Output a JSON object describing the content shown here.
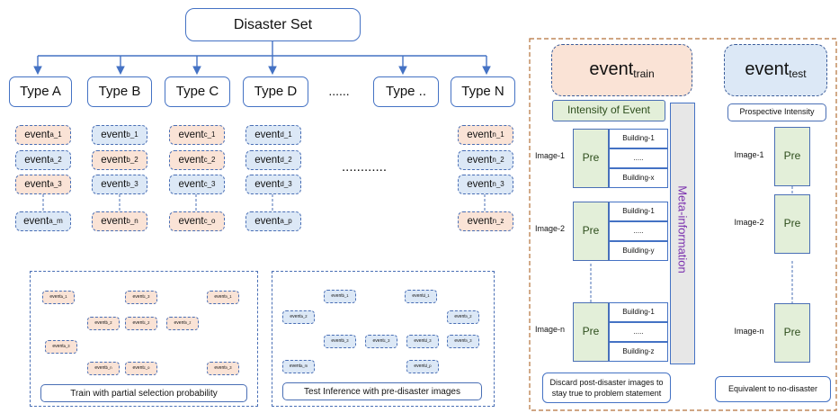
{
  "tree": {
    "root": "Disaster Set",
    "types": [
      "Type A",
      "Type B",
      "Type C",
      "Type D",
      "Type ..",
      "Type N"
    ],
    "ellipsis": "......",
    "dots_between": "............"
  },
  "columns": [
    {
      "prefix": "event",
      "events": [
        {
          "sub": "a_1",
          "color": "orange"
        },
        {
          "sub": "a_2",
          "color": "blue"
        },
        {
          "sub": "a_3",
          "color": "orange"
        },
        {
          "sub": "a_m",
          "color": "blue"
        }
      ]
    },
    {
      "prefix": "event",
      "events": [
        {
          "sub": "b_1",
          "color": "blue"
        },
        {
          "sub": "b_2",
          "color": "orange"
        },
        {
          "sub": "b_3",
          "color": "blue"
        },
        {
          "sub": "b_n",
          "color": "orange"
        }
      ]
    },
    {
      "prefix": "event",
      "events": [
        {
          "sub": "c_1",
          "color": "orange"
        },
        {
          "sub": "c_2",
          "color": "orange"
        },
        {
          "sub": "c_3",
          "color": "blue"
        },
        {
          "sub": "c_o",
          "color": "orange"
        }
      ]
    },
    {
      "prefix": "event",
      "events": [
        {
          "sub": "d_1",
          "color": "blue"
        },
        {
          "sub": "d_2",
          "color": "blue"
        },
        {
          "sub": "d_3",
          "color": "blue"
        },
        {
          "sub": "a_p",
          "color": "blue"
        }
      ]
    },
    {
      "prefix": "event",
      "events": [
        {
          "sub": "n_1",
          "color": "orange"
        },
        {
          "sub": "n_2",
          "color": "blue"
        },
        {
          "sub": "n_3",
          "color": "blue"
        },
        {
          "sub": "n_z",
          "color": "orange"
        }
      ]
    }
  ],
  "train_panel": {
    "caption": "Train with partial selection probability",
    "chips": [
      {
        "label": "event",
        "sub": "a_1",
        "color": "orange"
      },
      {
        "label": "event",
        "sub": "c_3",
        "color": "orange"
      },
      {
        "label": "event",
        "sub": "n_1",
        "color": "orange"
      },
      {
        "label": "event",
        "sub": "b_2",
        "color": "orange"
      },
      {
        "label": "event",
        "sub": "c_2",
        "color": "orange"
      },
      {
        "label": "event",
        "sub": "n_z",
        "color": "orange"
      },
      {
        "label": "event",
        "sub": "a_3",
        "color": "orange"
      },
      {
        "label": "event",
        "sub": "b_n",
        "color": "orange"
      },
      {
        "label": "event",
        "sub": "c_o",
        "color": "orange"
      },
      {
        "label": "event",
        "sub": "n_3",
        "color": "orange"
      }
    ]
  },
  "test_panel": {
    "caption": "Test Inference with pre-disaster images",
    "chips": [
      {
        "label": "event",
        "sub": "b_1",
        "color": "blue"
      },
      {
        "label": "event",
        "sub": "d_1",
        "color": "blue"
      },
      {
        "label": "event",
        "sub": "a_2",
        "color": "blue"
      },
      {
        "label": "event",
        "sub": "n_2",
        "color": "blue"
      },
      {
        "label": "event",
        "sub": "b_3",
        "color": "blue"
      },
      {
        "label": "event",
        "sub": "c_3",
        "color": "blue"
      },
      {
        "label": "event",
        "sub": "d_3",
        "color": "blue"
      },
      {
        "label": "event",
        "sub": "n_3",
        "color": "blue"
      },
      {
        "label": "event",
        "sub": "a_m",
        "color": "blue"
      },
      {
        "label": "event",
        "sub": "d_p",
        "color": "blue"
      }
    ]
  },
  "train_side": {
    "title": "event",
    "title_sub": "train",
    "intensity": "Intensity of Event",
    "meta": "Meta-information",
    "groups": [
      {
        "image": "Image-1",
        "pre": "Pre",
        "buildings": [
          "Building-1",
          ".....",
          "Building-x"
        ]
      },
      {
        "image": "Image-2",
        "pre": "Pre",
        "buildings": [
          "Building-1",
          ".....",
          "Building-y"
        ]
      },
      {
        "image": "Image-n",
        "pre": "Pre",
        "buildings": [
          "Building-1",
          ".....",
          "Building-z"
        ]
      }
    ],
    "note": "Discard post-disaster images to stay true to problem statement"
  },
  "test_side": {
    "title": "event",
    "title_sub": "test",
    "intensity": "Prospective Intensity",
    "groups": [
      {
        "image": "Image-1",
        "pre": "Pre"
      },
      {
        "image": "Image-2",
        "pre": "Pre"
      },
      {
        "image": "Image-n",
        "pre": "Pre"
      }
    ],
    "note": "Equivalent to no-disaster"
  },
  "colors": {
    "orange": "#fae3d6",
    "blue": "#dce8f6",
    "green": "#e3efd9",
    "stroke": "#4472c4",
    "meta_text": "#7a2fae",
    "frame": "#b5713a"
  }
}
